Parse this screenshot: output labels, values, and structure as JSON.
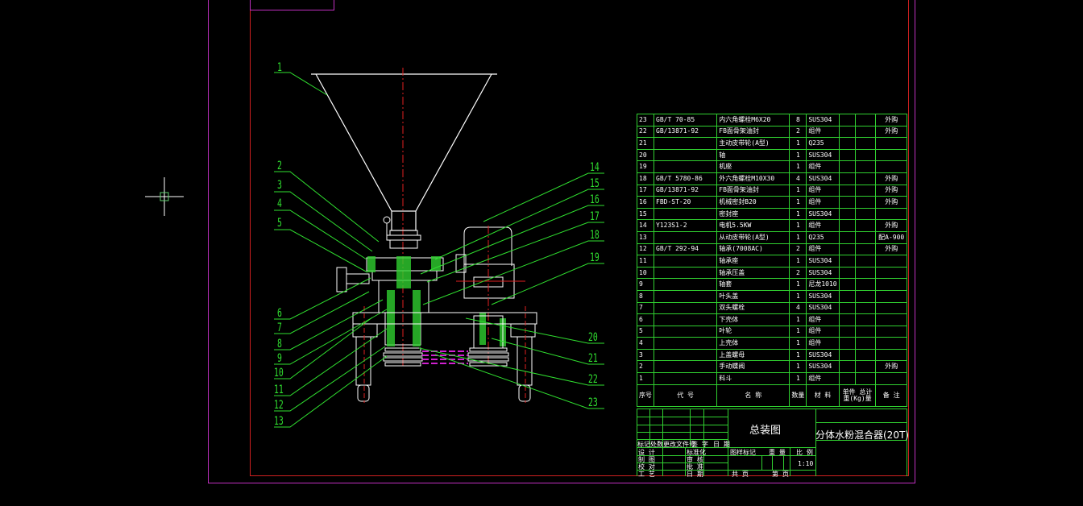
{
  "drawing": {
    "title": "总装图",
    "product_name": "分体水粉混合器(20T)",
    "scale": "1:10",
    "leader_numbers_left": [
      "1",
      "2",
      "3",
      "4",
      "5",
      "6",
      "7",
      "8",
      "9",
      "10",
      "11",
      "12",
      "13"
    ],
    "leader_numbers_right": [
      "14",
      "15",
      "16",
      "17",
      "18",
      "19",
      "20",
      "21",
      "22",
      "23"
    ],
    "colors": {
      "background": "#000000",
      "outer_frame": "#c030c0",
      "inner_frame": "#d02020",
      "table_lines": "#30d030",
      "leader_lines": "#30e030",
      "geometry": "#ffffff",
      "centerline": "#e02020",
      "hidden_belt": "#d020d0"
    }
  },
  "bom": {
    "rows": [
      {
        "no": "23",
        "code": "GB/T 70-85",
        "name": "内六角螺栓M6X20",
        "qty": "8",
        "material": "SUS304",
        "unit_w": "",
        "total_w": "",
        "note": "外购"
      },
      {
        "no": "22",
        "code": "GB/13871-92",
        "name": "FB面骨架油封",
        "qty": "2",
        "material": "组件",
        "unit_w": "",
        "total_w": "",
        "note": "外购"
      },
      {
        "no": "21",
        "code": "",
        "name": "主动皮带轮(A型)",
        "qty": "1",
        "material": "Q235",
        "unit_w": "",
        "total_w": "",
        "note": ""
      },
      {
        "no": "20",
        "code": "",
        "name": "轴",
        "qty": "1",
        "material": "SUS304",
        "unit_w": "",
        "total_w": "",
        "note": ""
      },
      {
        "no": "19",
        "code": "",
        "name": "机座",
        "qty": "1",
        "material": "组件",
        "unit_w": "",
        "total_w": "",
        "note": ""
      },
      {
        "no": "18",
        "code": "GB/T 5780-86",
        "name": "外六角螺栓M10X30",
        "qty": "4",
        "material": "SUS304",
        "unit_w": "",
        "total_w": "",
        "note": "外购"
      },
      {
        "no": "17",
        "code": "GB/13871-92",
        "name": "FB面骨架油封",
        "qty": "1",
        "material": "组件",
        "unit_w": "",
        "total_w": "",
        "note": "外购"
      },
      {
        "no": "16",
        "code": "FBD-ST-20",
        "name": "机械密封B20",
        "qty": "1",
        "material": "组件",
        "unit_w": "",
        "total_w": "",
        "note": "外购"
      },
      {
        "no": "15",
        "code": "",
        "name": "密封座",
        "qty": "1",
        "material": "SUS304",
        "unit_w": "",
        "total_w": "",
        "note": ""
      },
      {
        "no": "14",
        "code": "Y123S1-2",
        "name": "电机5.5KW",
        "qty": "1",
        "material": "组件",
        "unit_w": "",
        "total_w": "",
        "note": "外购"
      },
      {
        "no": "13",
        "code": "",
        "name": "从动皮带轮(A型)",
        "qty": "1",
        "material": "Q235",
        "unit_w": "",
        "total_w": "",
        "note": "配A-900"
      },
      {
        "no": "12",
        "code": "GB/T 292-94",
        "name": "轴承(7008AC)",
        "qty": "2",
        "material": "组件",
        "unit_w": "",
        "total_w": "",
        "note": "外购"
      },
      {
        "no": "11",
        "code": "",
        "name": "轴承座",
        "qty": "1",
        "material": "SUS304",
        "unit_w": "",
        "total_w": "",
        "note": ""
      },
      {
        "no": "10",
        "code": "",
        "name": "轴承压盖",
        "qty": "2",
        "material": "SUS304",
        "unit_w": "",
        "total_w": "",
        "note": ""
      },
      {
        "no": "9",
        "code": "",
        "name": "轴套",
        "qty": "1",
        "material": "尼龙1010",
        "unit_w": "",
        "total_w": "",
        "note": ""
      },
      {
        "no": "8",
        "code": "",
        "name": "叶头盖",
        "qty": "1",
        "material": "SUS304",
        "unit_w": "",
        "total_w": "",
        "note": ""
      },
      {
        "no": "7",
        "code": "",
        "name": "双头螺栓",
        "qty": "4",
        "material": "SUS304",
        "unit_w": "",
        "total_w": "",
        "note": ""
      },
      {
        "no": "6",
        "code": "",
        "name": "下壳体",
        "qty": "1",
        "material": "组件",
        "unit_w": "",
        "total_w": "",
        "note": ""
      },
      {
        "no": "5",
        "code": "",
        "name": "叶轮",
        "qty": "1",
        "material": "组件",
        "unit_w": "",
        "total_w": "",
        "note": ""
      },
      {
        "no": "4",
        "code": "",
        "name": "上壳体",
        "qty": "1",
        "material": "组件",
        "unit_w": "",
        "total_w": "",
        "note": ""
      },
      {
        "no": "3",
        "code": "",
        "name": "上盖螺母",
        "qty": "1",
        "material": "SUS304",
        "unit_w": "",
        "total_w": "",
        "note": ""
      },
      {
        "no": "2",
        "code": "",
        "name": "手动蝶阀",
        "qty": "1",
        "material": "SUS304",
        "unit_w": "",
        "total_w": "",
        "note": "外购"
      },
      {
        "no": "1",
        "code": "",
        "name": "料斗",
        "qty": "1",
        "material": "组件",
        "unit_w": "",
        "total_w": "",
        "note": ""
      }
    ],
    "header": {
      "no": "序号",
      "code": "代    号",
      "name": "名    称",
      "qty": "数量",
      "material": "材    料",
      "unit_w": "单件",
      "total_w": "总计",
      "weight": "重(Kg)量",
      "note": "备    注"
    }
  },
  "title_block": {
    "rev_labels": [
      "标记",
      "处数",
      "更改文件号",
      "签  字",
      "日 期"
    ],
    "left_labels": [
      [
        "设  计",
        "标准化"
      ],
      [
        "制  图",
        "审  核"
      ],
      [
        "校  对",
        "批  准"
      ],
      [
        "工  艺",
        "日 期"
      ]
    ],
    "stage_label": "图样标记",
    "weight_label": "重 量",
    "scale_label": "比 例",
    "sheet_total": "共      页",
    "sheet_no": "第      页"
  }
}
